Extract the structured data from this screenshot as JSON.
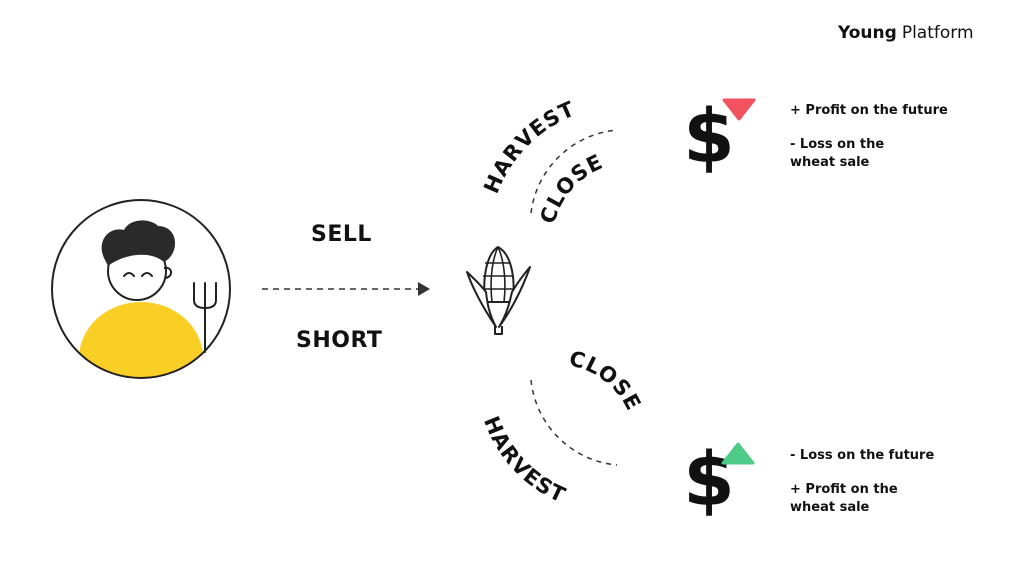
{
  "brand": {
    "logo_mark": "Young",
    "logo_rest": "Platform"
  },
  "actions": {
    "sell": "SELL",
    "short": "SHORT"
  },
  "arcs": {
    "top_outer": "HARVEST",
    "top_inner": "CLOSE",
    "bottom_inner": "CLOSE",
    "bottom_outer": "HARVEST"
  },
  "outcomes": {
    "top": {
      "line1": "+ Profit on the future",
      "line2a": "- Loss on the",
      "line2b": "wheat sale"
    },
    "bottom": {
      "line1": "- Loss on the future",
      "line2a": "+ Profit on the",
      "line2b": "wheat sale"
    }
  },
  "colors": {
    "text": "#111111",
    "shirt_yellow": "#F9CF26",
    "down_arrow_red": "#F0525F",
    "up_arrow_green": "#4ECB86",
    "outline": "#222222"
  },
  "icons": {
    "top_dollar": "dollar-icon",
    "top_trend": "arrow-down-icon",
    "bottom_dollar": "dollar-icon",
    "bottom_trend": "arrow-up-icon",
    "commodity": "corn-icon",
    "tool": "pitchfork-icon"
  }
}
